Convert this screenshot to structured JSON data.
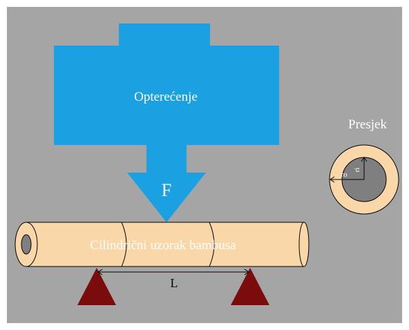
{
  "labels": {
    "load": "Opterećenje",
    "force": "F",
    "specimen": "Cilindrični uzorak bambusa",
    "span": "L",
    "cross_section": "Presjek",
    "outer_radius": "ro",
    "inner_radius": "ri"
  },
  "colors": {
    "background": "#a5a5a5",
    "load_block": "#1ba1e2",
    "specimen": "#f9d7a8",
    "specimen_inner": "#7f7f7f",
    "support": "#7a0c0c",
    "text_light": "#ffffff",
    "line": "#000000"
  },
  "icons": {
    "support_left": "triangle-support-icon",
    "support_right": "triangle-support-icon",
    "force_arrow": "down-arrow-icon"
  }
}
